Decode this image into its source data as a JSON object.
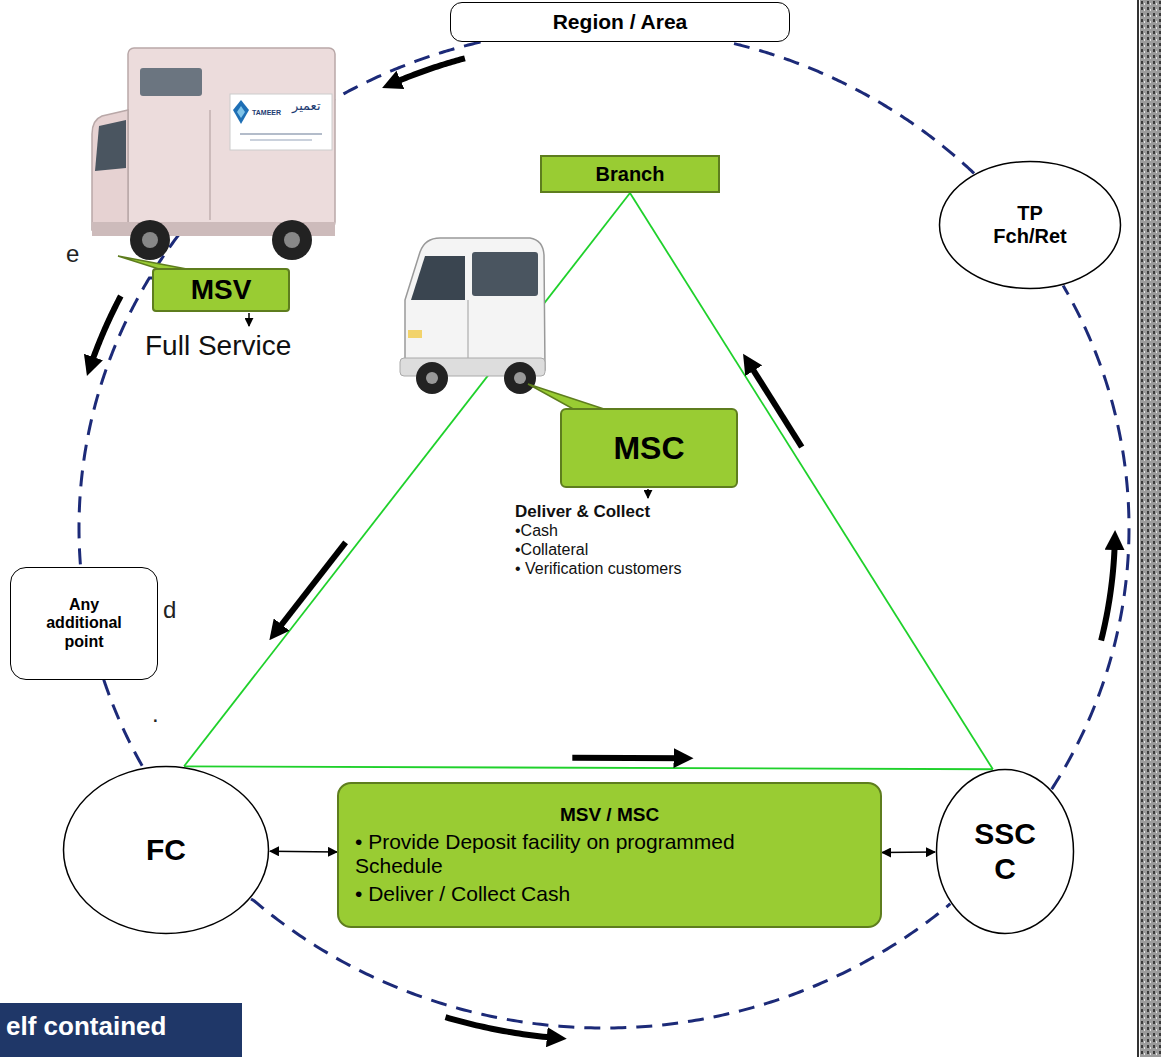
{
  "diagram": {
    "nodes": [
      {
        "text": [
          "Region / Area"
        ]
      },
      {
        "text": [
          "Branch"
        ]
      },
      {
        "text": [
          "MSV"
        ]
      },
      {
        "text": [
          "TP Fch/Ret"
        ]
      },
      {
        "text": [
          "MSC"
        ]
      },
      {
        "text": [
          "Any additional point"
        ]
      },
      {
        "text": [
          "FC"
        ]
      },
      {
        "text": [
          "MSV / MSC",
          "• Provide Deposit facility on programmed Schedule",
          "• Deliver / Collect Cash"
        ]
      },
      {
        "text": [
          "SSC C"
        ]
      }
    ],
    "edges": [
      {
        "from": 1,
        "to": 6,
        "arrow": "to"
      },
      {
        "from": 6,
        "to": 8,
        "arrow": "to"
      },
      {
        "from": 8,
        "to": 1,
        "arrow": "to"
      },
      {
        "from": 0,
        "to": 2,
        "arrow": "to"
      },
      {
        "from": 2,
        "to": 5,
        "arrow": "to"
      },
      {
        "from": 5,
        "to": 6,
        "arrow": "none"
      },
      {
        "from": 6,
        "to": 8,
        "arrow": "to"
      },
      {
        "from": 8,
        "to": 3,
        "arrow": "to"
      },
      {
        "from": 3,
        "to": 0,
        "arrow": "none"
      },
      {
        "from": 6,
        "to": 7,
        "arrow": "both"
      },
      {
        "from": 7,
        "to": 8,
        "arrow": "both"
      }
    ],
    "labels": [
      "TAMEER",
      "تعمیر",
      "e",
      "Full Service",
      "Deliver & Collect",
      "•Cash",
      "•Collateral",
      "• Verification customers",
      "d",
      ".",
      "elf contained"
    ]
  }
}
